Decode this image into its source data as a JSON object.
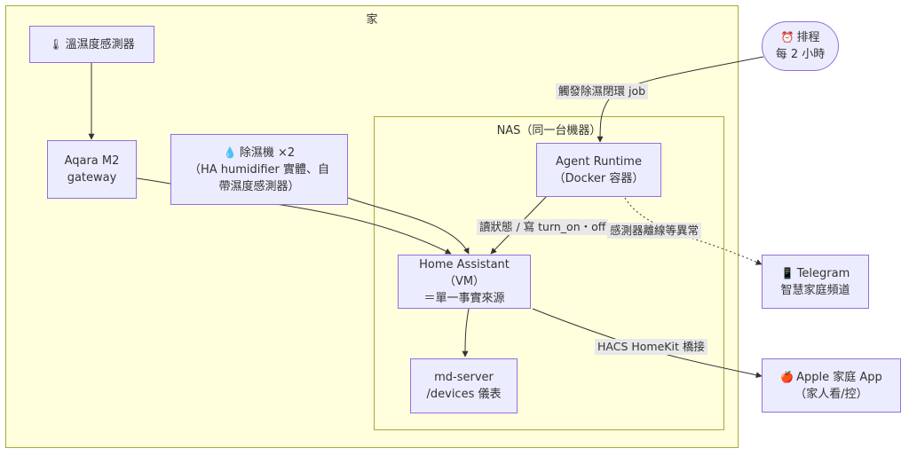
{
  "clusters": {
    "home": {
      "title": "家"
    },
    "nas": {
      "title": "NAS（同一台機器）"
    }
  },
  "nodes": {
    "sensor": {
      "icon": "🌡",
      "label": "溫濕度感測器"
    },
    "gateway": {
      "line1": "Aqara M2",
      "line2": "gateway"
    },
    "dehumidifier": {
      "icon": "💧",
      "line1": "除濕機 ×2",
      "line2": "（HA humidifier 實體、自",
      "line3": "帶濕度感測器）"
    },
    "agent": {
      "line1": "Agent Runtime",
      "line2": "（Docker 容器）"
    },
    "ha": {
      "line1": "Home Assistant（VM）",
      "line2": "＝單一事實來源"
    },
    "mdserver": {
      "line1": "md-server",
      "line2": "/devices 儀表"
    },
    "schedule": {
      "icon": "⏰",
      "line1": "排程",
      "line2": "每 2 小時"
    },
    "telegram": {
      "icon": "📱",
      "line1": "Telegram",
      "line2": "智慧家庭頻道"
    },
    "apple": {
      "icon": "🍎",
      "line1": "Apple 家庭 App",
      "line2": "（家人看/控）"
    }
  },
  "edge_labels": {
    "trigger": "觸發除濕閉環 job",
    "readwrite": "讀狀態 / 寫 turn_on・off",
    "offline": "感測器離線等異常",
    "homekit": "HACS HomeKit 橋接"
  }
}
